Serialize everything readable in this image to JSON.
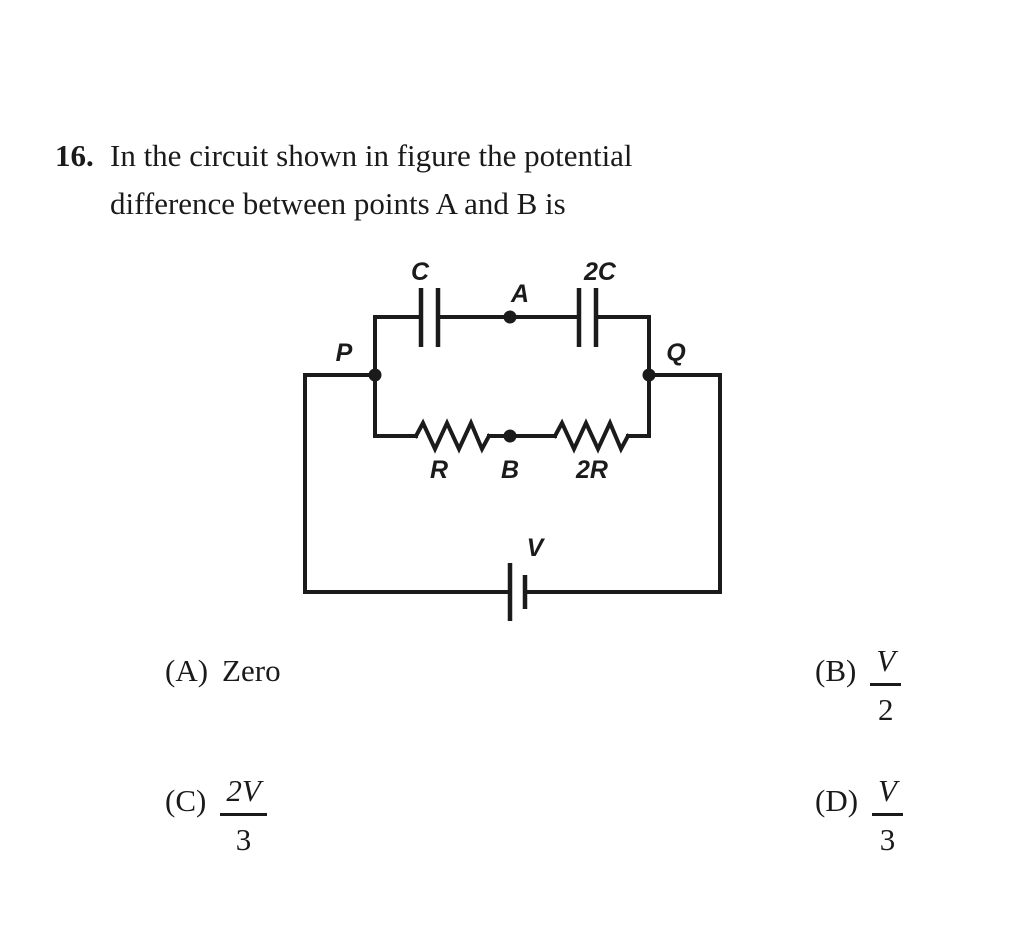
{
  "question": {
    "number": "16.",
    "line1": "In the circuit shown in figure the potential",
    "line2": "difference between points A and B is"
  },
  "figure": {
    "labels": {
      "cap_left": "C",
      "cap_right": "2C",
      "node_a": "A",
      "node_p": "P",
      "node_q": "Q",
      "res_left": "R",
      "node_b": "B",
      "res_right": "2R",
      "battery": "V"
    },
    "colors": {
      "wire": "#1b1b1b",
      "background": "#ffffff"
    }
  },
  "options": [
    {
      "label": "(A)",
      "kind": "text",
      "value": "Zero"
    },
    {
      "label": "(B)",
      "kind": "fraction",
      "numerator": "V",
      "denominator": "2"
    },
    {
      "label": "(C)",
      "kind": "fraction",
      "numerator": "2V",
      "denominator": "3"
    },
    {
      "label": "(D)",
      "kind": "fraction",
      "numerator": "V",
      "denominator": "3"
    }
  ]
}
